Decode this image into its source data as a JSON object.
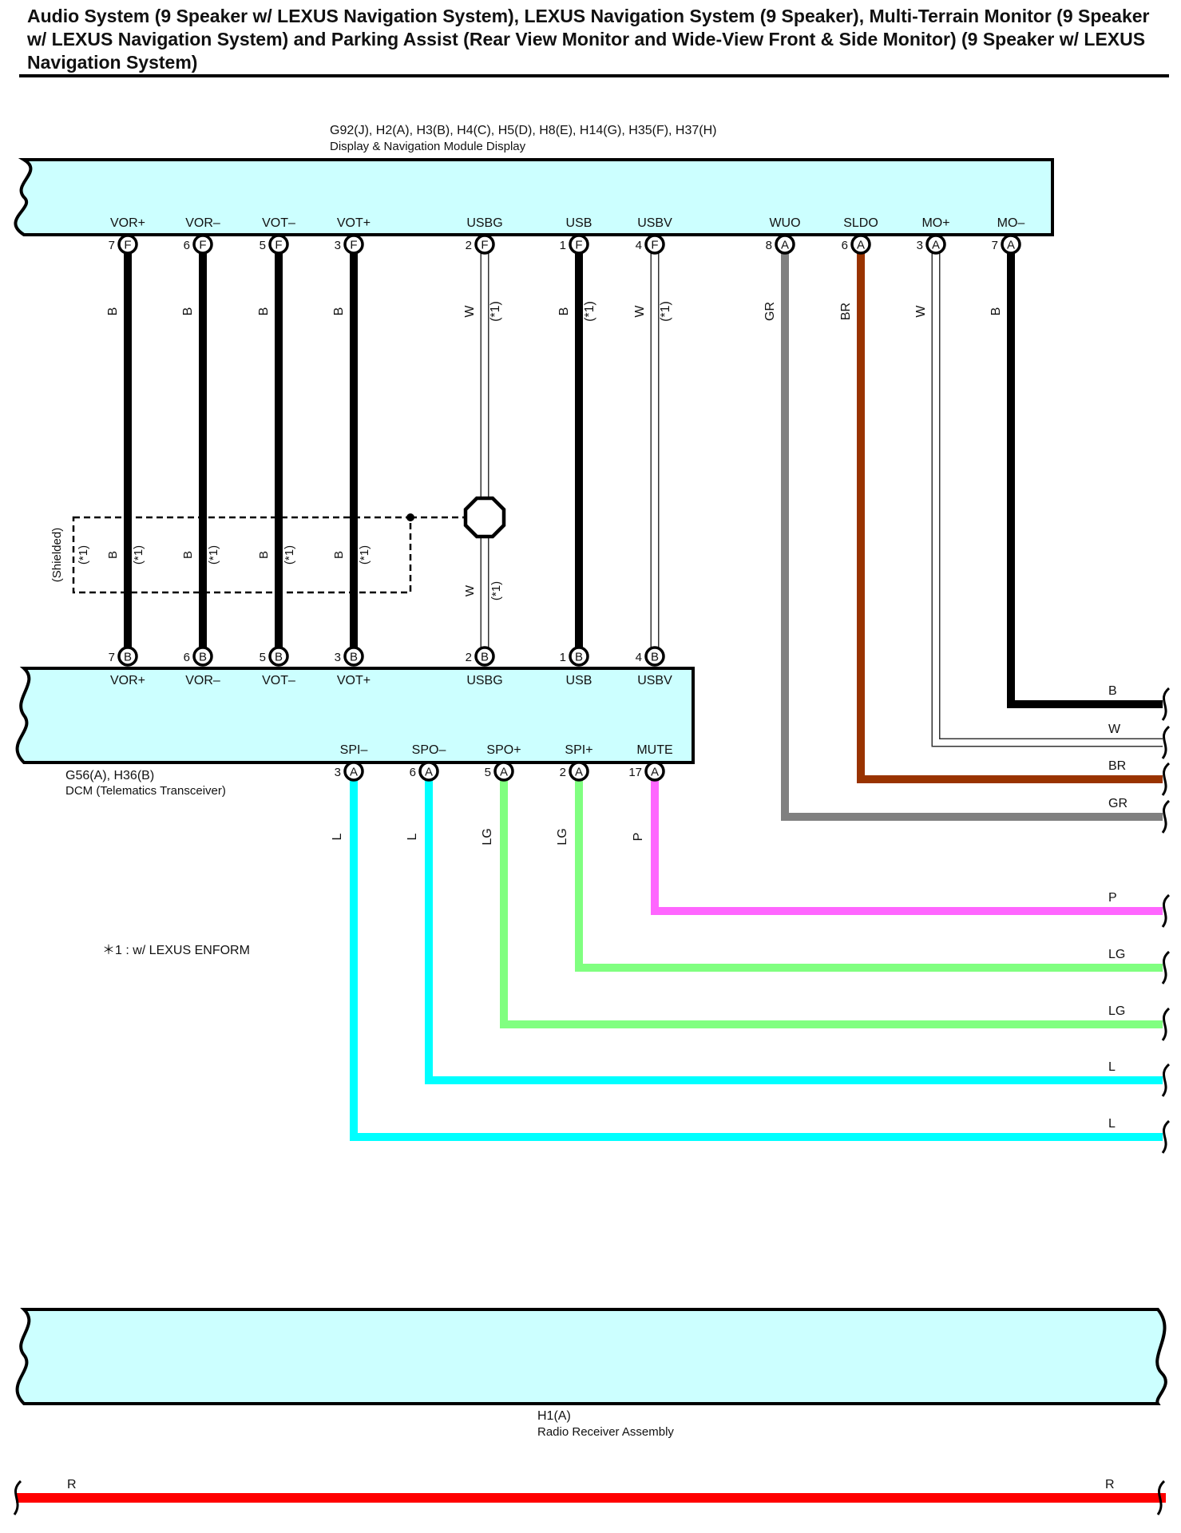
{
  "title": "Audio System (9 Speaker w/ LEXUS Navigation System), LEXUS Navigation System (9 Speaker), Multi-Terrain Monitor (9 Speaker w/ LEXUS Navigation System) and Parking Assist (Rear View Monitor and Wide-View Front & Side Monitor) (9 Speaker w/ LEXUS Navigation System)",
  "colors": {
    "component_fill": "#ccffff",
    "B": "#000000",
    "W": "#ffffff",
    "GR": "#808080",
    "BR": "#993300",
    "L": "#00ffff",
    "LG": "#80ff80",
    "P": "#ff66ff",
    "R": "#ff0000"
  },
  "components": {
    "display": {
      "connectors": "G92(J), H2(A), H3(B), H4(C), H5(D), H8(E), H14(G), H35(F), H37(H)",
      "name": "Display & Navigation Module Display"
    },
    "dcm": {
      "connectors": "G56(A), H36(B)",
      "name": "DCM (Telematics Transceiver)"
    },
    "radio": {
      "connectors": "H1(A)",
      "name": "Radio Receiver Assembly"
    }
  },
  "display_pins": [
    {
      "label": "VOR+",
      "num": "7",
      "conn": "F",
      "color": "B",
      "note": ""
    },
    {
      "label": "VOR–",
      "num": "6",
      "conn": "F",
      "color": "B",
      "note": ""
    },
    {
      "label": "VOT–",
      "num": "5",
      "conn": "F",
      "color": "B",
      "note": ""
    },
    {
      "label": "VOT+",
      "num": "3",
      "conn": "F",
      "color": "B",
      "note": ""
    },
    {
      "label": "USBG",
      "num": "2",
      "conn": "F",
      "color": "W",
      "note": "(*1)"
    },
    {
      "label": "USB",
      "num": "1",
      "conn": "F",
      "color": "B",
      "note": "(*1)"
    },
    {
      "label": "USBV",
      "num": "4",
      "conn": "F",
      "color": "W",
      "note": "(*1)"
    },
    {
      "label": "WUO",
      "num": "8",
      "conn": "A",
      "color": "GR",
      "note": ""
    },
    {
      "label": "SLDO",
      "num": "6",
      "conn": "A",
      "color": "BR",
      "note": ""
    },
    {
      "label": "MO+",
      "num": "3",
      "conn": "A",
      "color": "W",
      "note": ""
    },
    {
      "label": "MO–",
      "num": "7",
      "conn": "A",
      "color": "B",
      "note": ""
    }
  ],
  "dcm_top_pins": [
    {
      "label": "VOR+",
      "num": "7",
      "conn": "B"
    },
    {
      "label": "VOR–",
      "num": "6",
      "conn": "B"
    },
    {
      "label": "VOT–",
      "num": "5",
      "conn": "B"
    },
    {
      "label": "VOT+",
      "num": "3",
      "conn": "B"
    },
    {
      "label": "USBG",
      "num": "2",
      "conn": "B"
    },
    {
      "label": "USB",
      "num": "1",
      "conn": "B"
    },
    {
      "label": "USBV",
      "num": "4",
      "conn": "B"
    }
  ],
  "dcm_bottom_pins": [
    {
      "label": "SPI–",
      "num": "3",
      "conn": "A",
      "color": "L"
    },
    {
      "label": "SPO–",
      "num": "6",
      "conn": "A",
      "color": "L"
    },
    {
      "label": "SPO+",
      "num": "5",
      "conn": "A",
      "color": "LG"
    },
    {
      "label": "SPI+",
      "num": "2",
      "conn": "A",
      "color": "LG"
    },
    {
      "label": "MUTE",
      "num": "17",
      "conn": "A",
      "color": "P"
    }
  ],
  "shield": {
    "label": "(Shielded)",
    "wire_color": "B",
    "note": "(*1)",
    "lower_usbg_color": "W",
    "lower_usbg_note": "(*1)"
  },
  "right_wire_labels": [
    "B",
    "W",
    "BR",
    "GR",
    "P",
    "LG",
    "LG",
    "L",
    "L"
  ],
  "footnote": "＊1 : w/ LEXUS ENFORM",
  "bottom_wire": {
    "left": "R",
    "right": "R"
  }
}
